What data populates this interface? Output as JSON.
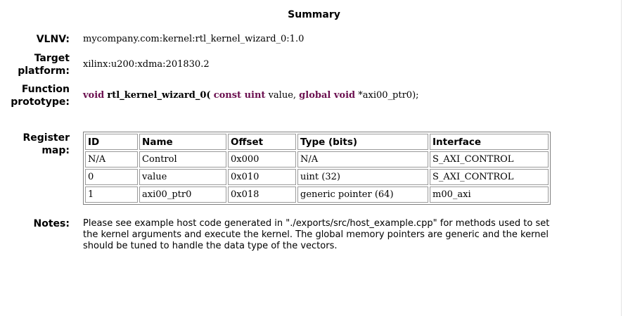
{
  "summary": {
    "title": "Summary",
    "vlnv_label": "VLNV:",
    "vlnv_value": "mycompany.com:kernel:rtl_kernel_wizard_0:1.0",
    "target_label_line1": "Target",
    "target_label_line2": "platform:",
    "target_value": "xilinx:u200:xdma:201830.2",
    "function_label_line1": "Function",
    "function_label_line2": "prototype:",
    "prototype": {
      "return_type": "void",
      "name": "rtl_kernel_wizard_0(",
      "arg1_qualifiers": "const uint",
      "arg1_name": " value,",
      "arg2_qualifiers": "global void",
      "arg2_name": "*axi00_ptr0);"
    },
    "register_label_line1": "Register",
    "register_label_line2": "map:",
    "register_map": {
      "columns": [
        "ID",
        "Name",
        "Offset",
        "Type (bits)",
        "Interface"
      ],
      "rows": [
        [
          "N/A",
          "Control",
          "0x000",
          "N/A",
          "S_AXI_CONTROL"
        ],
        [
          "0",
          "value",
          "0x010",
          "uint (32)",
          "S_AXI_CONTROL"
        ],
        [
          "1",
          "axi00_ptr0",
          "0x018",
          "generic pointer (64)",
          "m00_axi"
        ]
      ]
    },
    "notes_label": "Notes:",
    "notes_text": "Please see example host code generated in \"./exports/src/host_example.cpp\" for methods used to set the kernel arguments and execute the kernel. The global memory pointers are generic and the kernel should be tuned to handle the data type of the vectors."
  }
}
